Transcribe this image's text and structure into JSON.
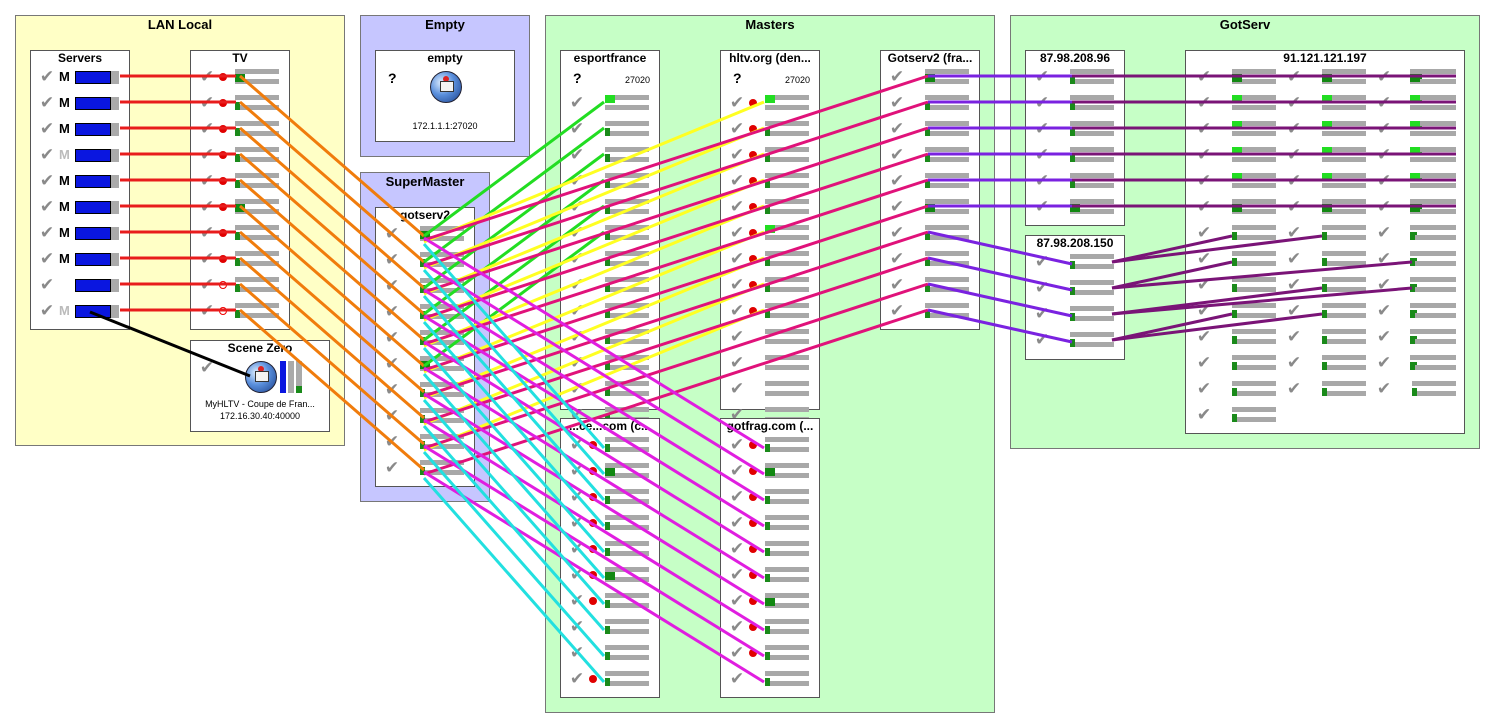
{
  "groups": {
    "lan_local": "LAN Local",
    "empty": "Empty",
    "supermaster": "SuperMaster",
    "masters": "Masters",
    "gotserv": "GotServ"
  },
  "panels": {
    "servers": "Servers",
    "tv": "TV",
    "scene_zero": "Scene Zero",
    "empty_node": "empty",
    "gotserv2": "gotserv2",
    "esportfrance": "esportfrance",
    "hltv": "hltv.org (den...",
    "gotserv2_fra": "Gotserv2 (fra...",
    "readmore": "...ce...com (c...",
    "gotfrag": "gotfrag.com (...",
    "ip_96": "87.98.208.96",
    "ip_150": "87.98.208.150",
    "ip_197": "91.121.121.197"
  },
  "labels": {
    "unknown": "?",
    "port_esport": "27020",
    "port_hltv": "27020",
    "empty_address": "172.1.1.1:27020",
    "scene_name": "MyHLTV - Coupe de Fran...",
    "scene_address": "172.16.30.40:40000",
    "master_letter": "M"
  },
  "icons": {
    "check": "checkmark-icon",
    "globe": "hltv-globe-icon",
    "status": "status-dot-icon"
  },
  "colors": {
    "lan_bg": "#ffffc6",
    "empty_bg": "#c6c6ff",
    "masters_bg": "#c6ffc6",
    "server_bar": "#0a16e0",
    "link_red": "#e81c1c",
    "link_orange": "#f07c0c",
    "link_green": "#22dd22",
    "link_yellow": "#ffff22",
    "link_pink": "#e0127a",
    "link_magenta": "#e01ee0",
    "link_cyan": "#22e0e0",
    "link_violet": "#7a22e0",
    "link_purple": "#7a1477",
    "link_black": "#000000"
  }
}
